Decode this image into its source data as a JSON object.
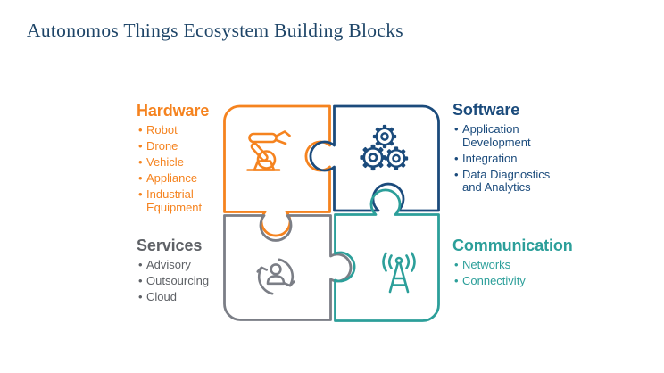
{
  "title": "Autonomos Things Ecosystem Building Blocks",
  "colors": {
    "title": "#1D4467",
    "hardware": "#F5831F",
    "software": "#1B4B7C",
    "services": "#5E6166",
    "services_outline": "#7B7E86",
    "communication": "#2C9F9A",
    "background": "#FFFFFF"
  },
  "sections": {
    "hardware": {
      "label": "Hardware",
      "icon": "robot-arm-icon",
      "items": [
        "Robot",
        "Drone",
        "Vehicle",
        "Appliance",
        "Industrial Equipment"
      ]
    },
    "software": {
      "label": "Software",
      "icon": "gears-icon",
      "items": [
        "Application Development",
        "Integration",
        "Data Diagnostics and Analytics"
      ]
    },
    "services": {
      "label": "Services",
      "icon": "person-cycle-icon",
      "items": [
        "Advisory",
        "Outsourcing",
        "Cloud"
      ]
    },
    "communication": {
      "label": "Communication",
      "icon": "antenna-icon",
      "items": [
        "Networks",
        "Connectivity"
      ]
    }
  }
}
